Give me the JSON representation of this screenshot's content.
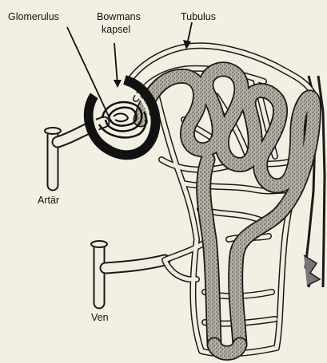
{
  "labels": {
    "glomerulus": "Glomerulus",
    "bowmans_line1": "Bowmans",
    "bowmans_line2": "kapsel",
    "tubulus": "Tubulus",
    "artar": "Artär",
    "ven": "Ven"
  }
}
